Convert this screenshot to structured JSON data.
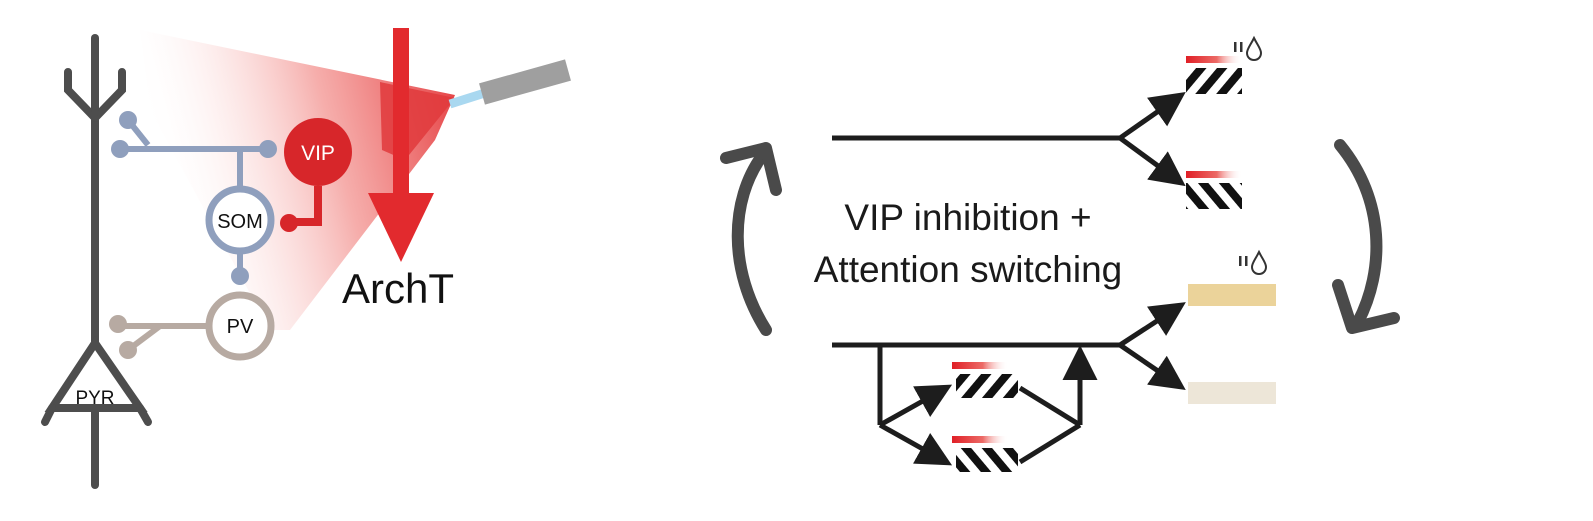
{
  "circuit": {
    "cells": {
      "vip": "VIP",
      "som": "SOM",
      "pv": "PV",
      "pyr": "PYR"
    },
    "opsin_label": "ArchT"
  },
  "task": {
    "caption_line1": "VIP inhibition +",
    "caption_line2": "Attention switching"
  },
  "colors": {
    "pyr": "#4d4d4d",
    "vip": "#d7262a",
    "som": "#8f9fbd",
    "pv": "#b7aaa2",
    "light": "#e22a2e",
    "fiber": "#9f9f9f",
    "fiber_tip": "#a9d8f0",
    "line": "#1d1d1d",
    "arrow": "#4a4a4a",
    "odor": "#ebd39a",
    "odor_pale": "#ede6d8"
  },
  "icons": {
    "reward": "water-drop-icon",
    "stimulus": "striped-grating-icon"
  }
}
